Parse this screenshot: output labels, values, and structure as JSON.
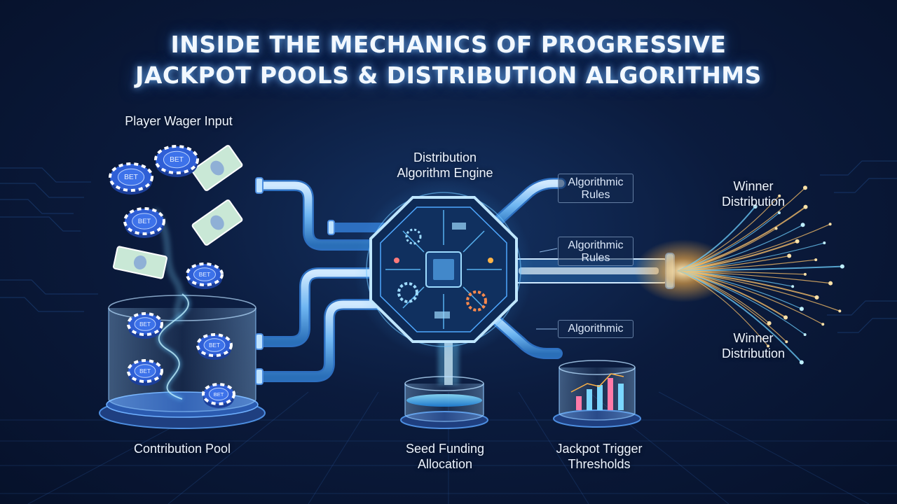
{
  "title": {
    "line1": "INSIDE THE MECHANICS OF PROGRESSIVE",
    "line2": "JACKPOT POOLS & DISTRIBUTION ALGORITHMS"
  },
  "labels": {
    "wager_input": "Player Wager Input",
    "engine_line1": "Distribution",
    "engine_line2": "Algorithm Engine",
    "winner_top_line1": "Winner",
    "winner_top_line2": "Distribution",
    "winner_bottom_line1": "Winner",
    "winner_bottom_line2": "Distribution",
    "contribution_pool": "Contribution Pool",
    "seed_line1": "Seed Funding",
    "seed_line2": "Allocation",
    "trigger_line1": "Jackpot Trigger",
    "trigger_line2": "Thresholds"
  },
  "rule_boxes": [
    {
      "line1": "Algorithmic",
      "line2": "Rules"
    },
    {
      "line1": "Algorithmic",
      "line2": "Rules"
    },
    {
      "line1": "Algorithmic",
      "line2": ""
    }
  ],
  "chip_text": "BET",
  "colors": {
    "background": "#0b1b3d",
    "glow": "#63c8ff",
    "chip": "#2f5fd6",
    "cash": "#c9e8d6",
    "accent_warm": "#ffb347"
  }
}
